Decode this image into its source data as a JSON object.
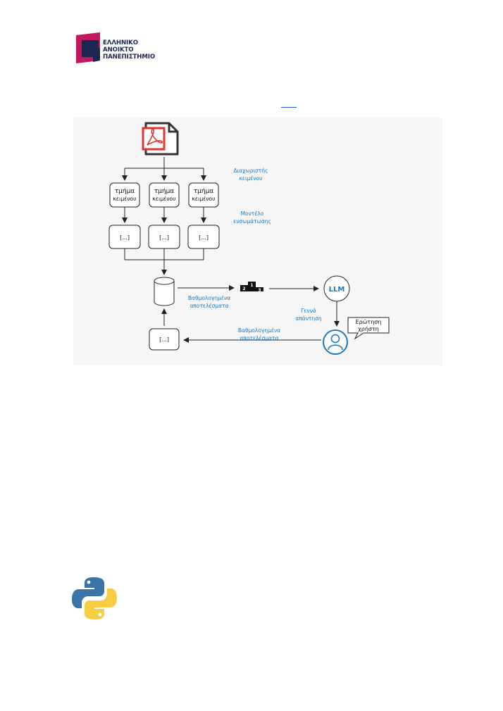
{
  "logo": {
    "lines": [
      "ΕΛΛΗΝΙΚΟ",
      "ΑΝΟΙΚΤΟ",
      "ΠΑΝΕΠΙΣΤΗΜΙΟ"
    ],
    "colors": {
      "magenta": "#c2185b",
      "navy": "#1d2650"
    }
  },
  "diagram": {
    "chunk_label_line1": "τμήμα",
    "chunk_label_line2": "κειμένου",
    "embedding_label": "[...]",
    "query_embedding_label": "[...]",
    "splitter_label": [
      "Διαχωριστής",
      "κειμένου"
    ],
    "embedding_model_label": [
      "Μοντέλο",
      "ενσωμάτωσης"
    ],
    "ranked_results_top": [
      "Βαθμολογημένα",
      "αποτελέσματα"
    ],
    "ranked_results_bottom": [
      "Βαθμολογημένα",
      "αποτελέσματα"
    ],
    "generates_answer": [
      "Γεννά",
      "απάντηση"
    ],
    "llm": "LLM",
    "user_question": [
      "Ερώτηση",
      "χρήστη"
    ],
    "podium": [
      "2",
      "1",
      "3"
    ],
    "colors": {
      "accent": "#1a78c2",
      "pdf_red": "#e3342f",
      "box": "#222222",
      "background": "#f6f6f6"
    }
  }
}
